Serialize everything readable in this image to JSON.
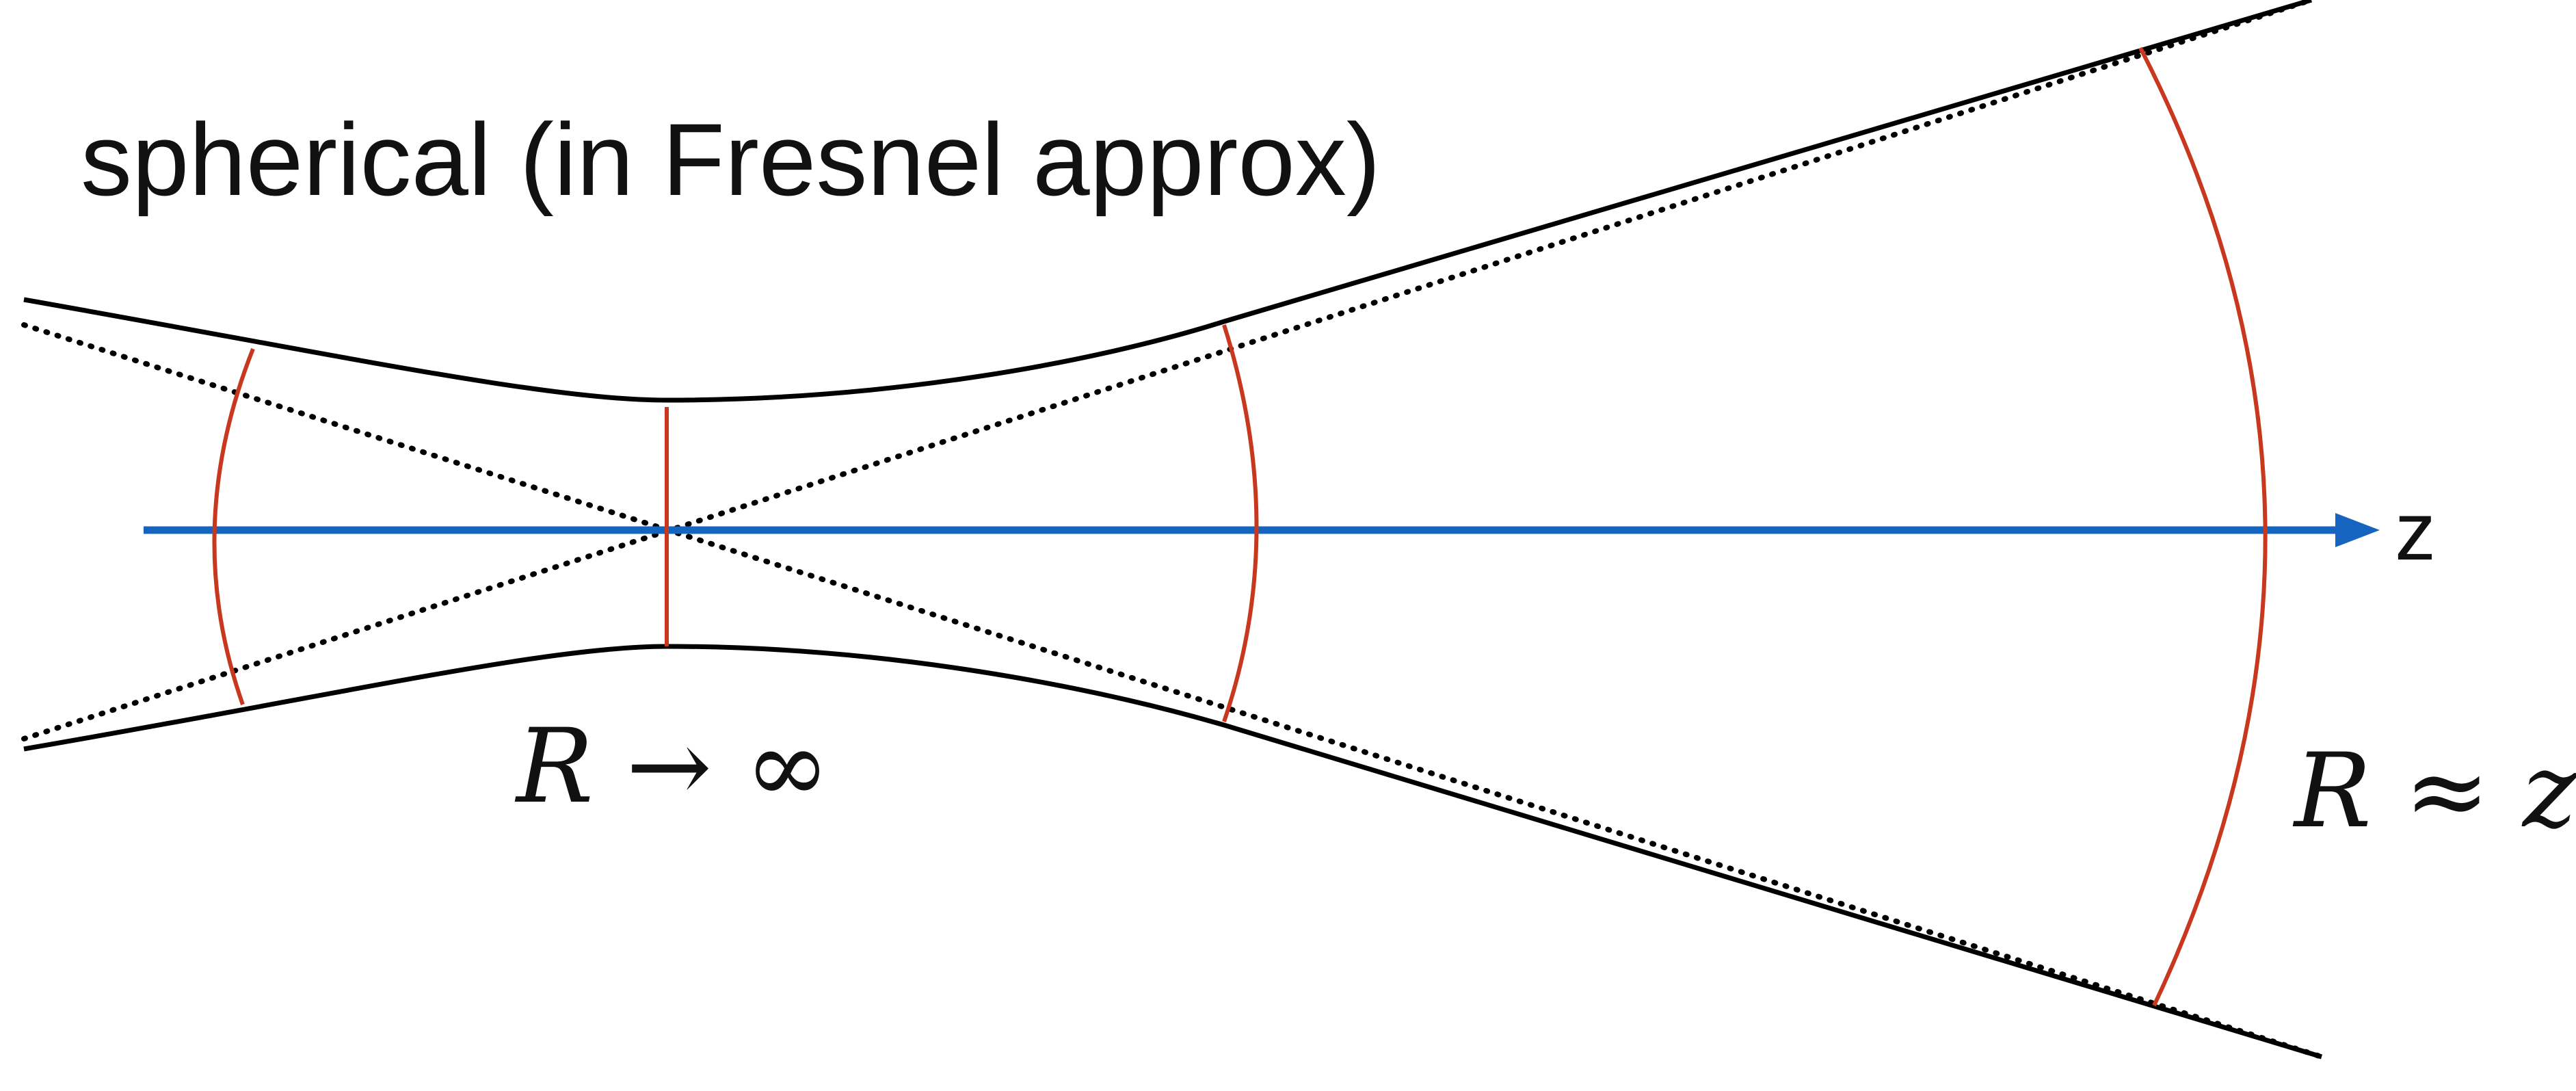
{
  "diagram": {
    "title": "spherical (in Fresnel approx)",
    "axis_label": "z",
    "waist_annotation": "R → ∞",
    "far_annotation": "R ≈ z",
    "colors": {
      "wavefront": "#c8381e",
      "axis": "#1565c0",
      "envelope": "#000000",
      "asymptote": "#000000"
    }
  }
}
